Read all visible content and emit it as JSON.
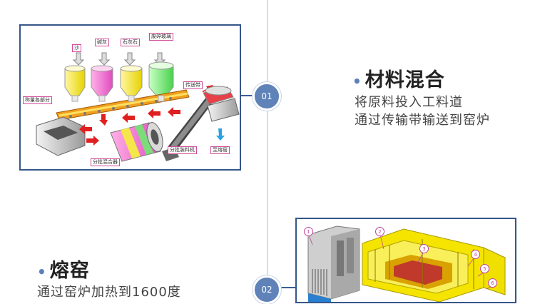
{
  "steps": [
    {
      "number": "01",
      "title": "材料混合",
      "description_lines": [
        "将原料投入工料道",
        "通过传输带输送到窑炉"
      ],
      "diagram_labels": {
        "sand": "沙",
        "soda": "碱灰",
        "limestone": "石灰石",
        "cullet": "废碎玻璃",
        "weigher": "称量各部分",
        "conveyor": "传送带",
        "batch_mixer": "分批混合器",
        "batch_loader": "分批装料机",
        "to_furnace": "至熔窑"
      }
    },
    {
      "number": "02",
      "title": "熔窑",
      "description_lines": [
        "通过窑炉加热到1600度"
      ],
      "diagram_numbers": [
        "1",
        "2",
        "3",
        "4",
        "5",
        "6"
      ]
    }
  ],
  "colors": {
    "accent": "#5f82b8",
    "panel_border": "#35568a",
    "timeline": "#d5dbe8"
  }
}
